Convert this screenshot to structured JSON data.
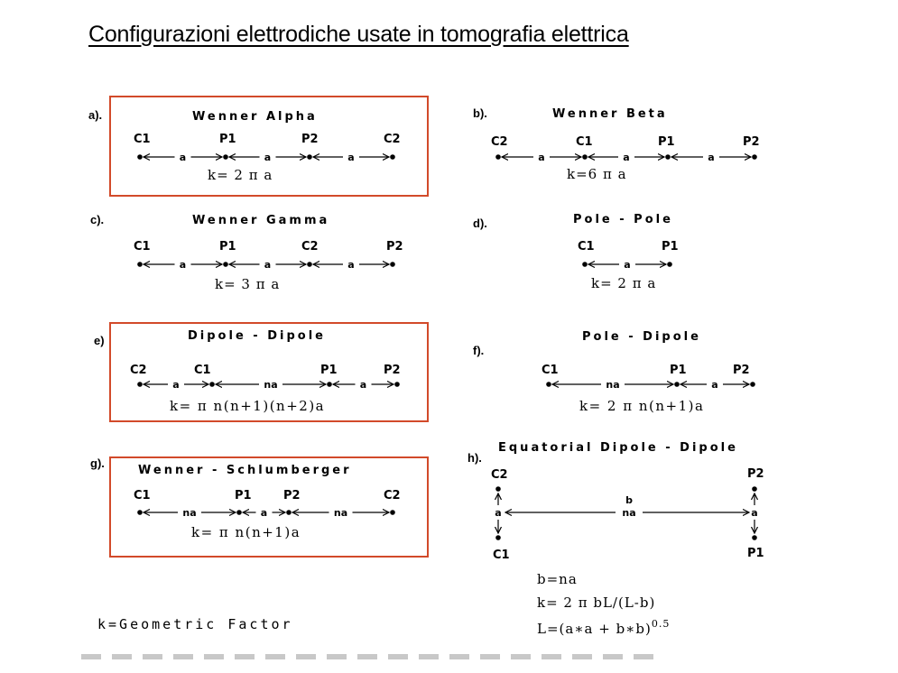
{
  "title": "Configurazioni elettrodiche usate in tomografia elettrica",
  "panels": {
    "a": {
      "letter": "a).",
      "name": "Wenner Alpha",
      "electrodes": [
        "C1",
        "P1",
        "P2",
        "C2"
      ],
      "spacing": [
        "a",
        "a",
        "a"
      ],
      "k": "k= 2 π a"
    },
    "b": {
      "letter": "b).",
      "name": "Wenner Beta",
      "electrodes": [
        "C2",
        "C1",
        "P1",
        "P2"
      ],
      "spacing": [
        "a",
        "a",
        "a"
      ],
      "k": "k=6 π a"
    },
    "c": {
      "letter": "c).",
      "name": "Wenner Gamma",
      "electrodes": [
        "C1",
        "P1",
        "C2",
        "P2"
      ],
      "spacing": [
        "a",
        "a",
        "a"
      ],
      "k": "k= 3 π a"
    },
    "d": {
      "letter": "d).",
      "name": "Pole - Pole",
      "electrodes": [
        "C1",
        "P1"
      ],
      "spacing": [
        "a"
      ],
      "k": "k= 2 π a"
    },
    "e": {
      "letter": "e)",
      "name": "Dipole - Dipole",
      "electrodes": [
        "C2",
        "C1",
        "P1",
        "P2"
      ],
      "spacing": [
        "a",
        "na",
        "a"
      ],
      "k": "k= π n(n+1)(n+2)a"
    },
    "f": {
      "letter": "f).",
      "name": "Pole - Dipole",
      "electrodes": [
        "C1",
        "P1",
        "P2"
      ],
      "spacing": [
        "na",
        "a"
      ],
      "k": "k= 2 π n(n+1)a"
    },
    "g": {
      "letter": "g).",
      "name": "Wenner - Schlumberger",
      "electrodes": [
        "C1",
        "P1",
        "P2",
        "C2"
      ],
      "spacing": [
        "na",
        "a",
        "na"
      ],
      "k": "k= π n(n+1)a"
    },
    "h": {
      "letter": "h).",
      "name": "Equatorial Dipole - Dipole",
      "electrodes": [
        "C2",
        "P2",
        "C1",
        "P1"
      ],
      "spacing": [
        "a",
        "b",
        "na",
        "a"
      ],
      "formulas": [
        "b=na",
        "k= 2 π bL/(L-b)",
        "L=(a∗a + b∗b)"
      ],
      "exponent": "0.5"
    }
  },
  "footer": "k=Geometric Factor",
  "colors": {
    "highlight_box": "#d24a2a"
  }
}
